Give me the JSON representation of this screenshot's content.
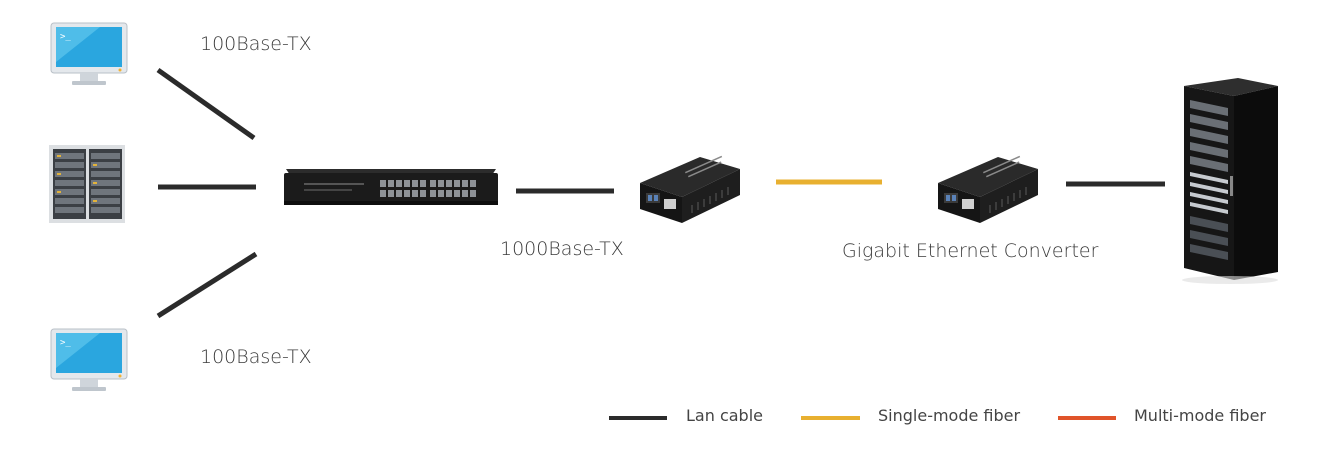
{
  "labels": {
    "top_link": "100Base-TX",
    "bottom_link": "100Base-TX",
    "switch_link": "1000Base-TX",
    "converter": "Gigabit Ethernet Converter"
  },
  "legend": [
    {
      "label": "Lan cable",
      "color": "#2b2b2b"
    },
    {
      "label": "Single-mode fiber",
      "color": "#e8b030"
    },
    {
      "label": "Multi-mode fiber",
      "color": "#e0542a"
    }
  ],
  "devices": [
    {
      "name": "computer-top",
      "icon": "desktop-computer-icon"
    },
    {
      "name": "rack-server-left",
      "icon": "rack-server-icon"
    },
    {
      "name": "computer-bottom",
      "icon": "desktop-computer-icon"
    },
    {
      "name": "network-switch",
      "icon": "ethernet-switch-icon"
    },
    {
      "name": "media-converter-left",
      "icon": "media-converter-icon"
    },
    {
      "name": "media-converter-right",
      "icon": "media-converter-icon"
    },
    {
      "name": "server-cabinet",
      "icon": "server-rack-cabinet-icon"
    }
  ],
  "colors": {
    "lan": "#2b2b2b",
    "single_mode": "#e8b030",
    "multi_mode": "#e0542a"
  }
}
